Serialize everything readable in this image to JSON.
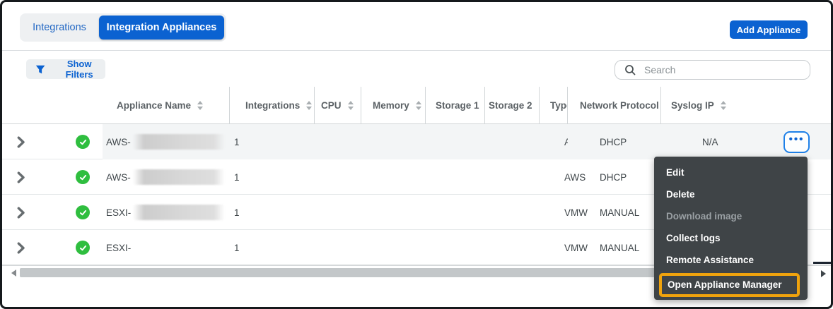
{
  "tabs": {
    "integrations": "Integrations",
    "integration_appliances": "Integration Appliances"
  },
  "buttons": {
    "add_appliance": "Add Appliance",
    "show_filters": "Show Filters",
    "row_actions": "•••"
  },
  "search": {
    "placeholder": "Search"
  },
  "table": {
    "columns": [
      "Appliance Name",
      "Integrations",
      "CPU",
      "Memory",
      "Storage 1",
      "Storage 2",
      "Type",
      "Network Protocol",
      "Syslog IP"
    ],
    "rows": [
      {
        "status": "connected",
        "name": "AWS-",
        "name_redacted": true,
        "integrations": "1",
        "type": "AWS",
        "network_protocol": "DHCP",
        "syslog_ip": "N/A",
        "menu_open": true
      },
      {
        "status": "connected",
        "name": "AWS-",
        "name_redacted": true,
        "integrations": "1",
        "type": "AWS",
        "network_protocol": "DHCP",
        "syslog_ip": ""
      },
      {
        "status": "connected",
        "name": "ESXI-",
        "name_redacted": true,
        "integrations": "1",
        "type": "VMW",
        "network_protocol": "MANUAL",
        "syslog_ip": ""
      },
      {
        "status": "connected",
        "name": "ESXI-",
        "name_redacted": false,
        "integrations": "1",
        "type": "VMW",
        "network_protocol": "MANUAL",
        "syslog_ip": ""
      }
    ]
  },
  "context_menu": {
    "items": [
      {
        "label": "Edit",
        "enabled": true
      },
      {
        "label": "Delete",
        "enabled": true
      },
      {
        "label": "Download image",
        "enabled": false
      },
      {
        "label": "Collect logs",
        "enabled": true
      },
      {
        "label": "Remote Assistance",
        "enabled": true
      },
      {
        "label": "Open Appliance Manager",
        "enabled": true,
        "highlighted": true
      }
    ]
  },
  "colors": {
    "accent_blue": "#0b62d1",
    "focus_blue": "#1e80e8",
    "success_green": "#2fbe3f",
    "highlight_orange": "#f0a30d",
    "menu_bg": "#3f4447",
    "menu_disabled_text": "#9aa0a4"
  }
}
